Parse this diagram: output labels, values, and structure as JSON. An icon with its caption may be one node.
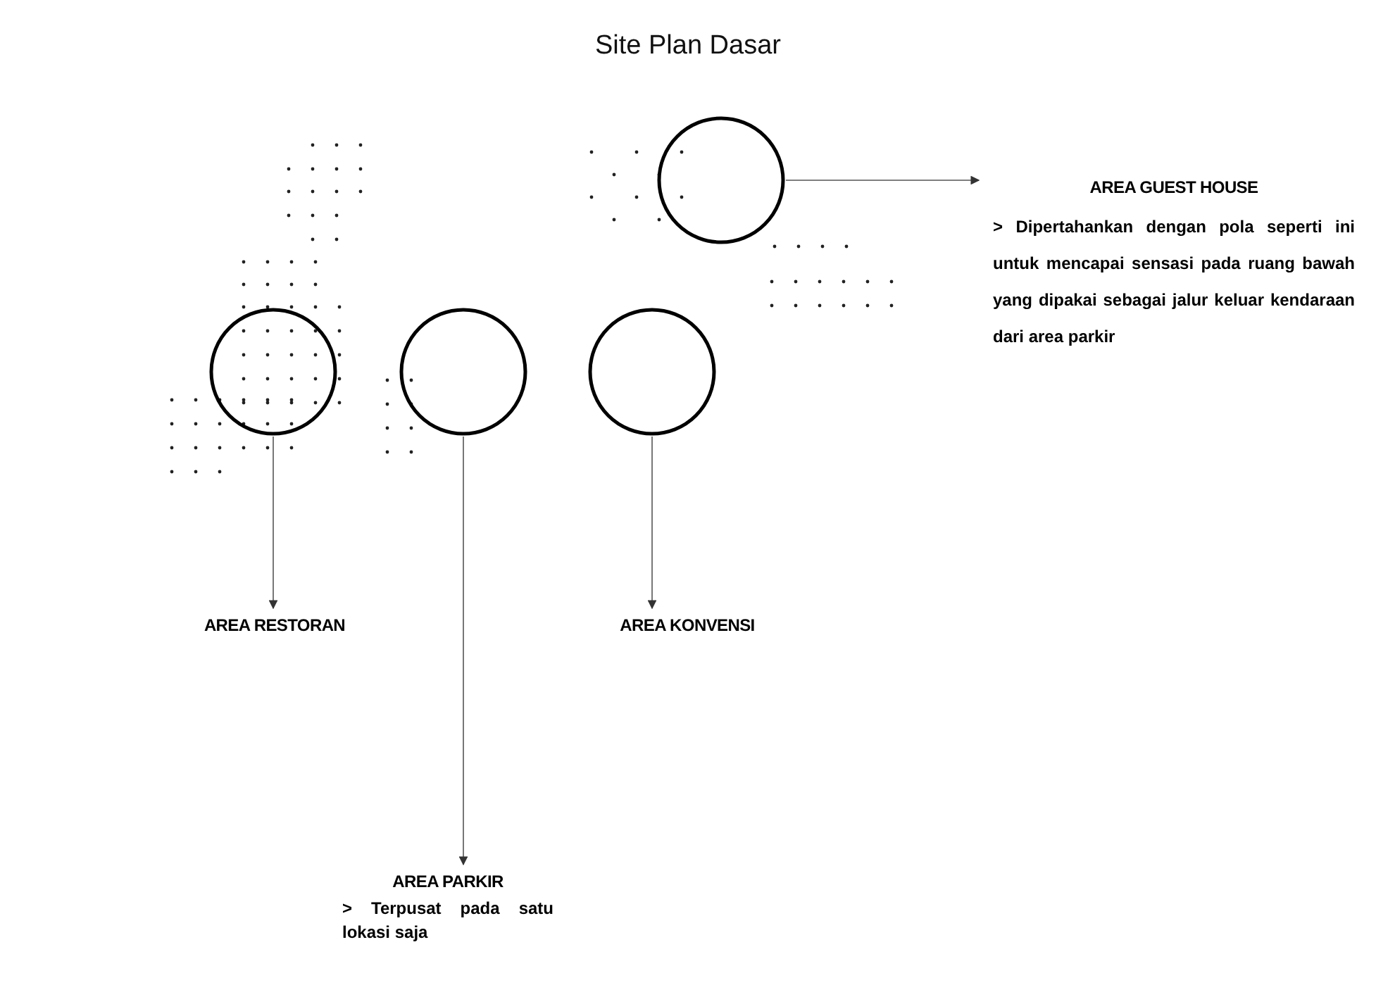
{
  "diagram": {
    "title": "Site Plan Dasar",
    "nodes": [
      {
        "text": [],
        "shape": "circle"
      },
      {
        "text": [],
        "shape": "circle"
      },
      {
        "text": [],
        "shape": "circle"
      },
      {
        "text": [],
        "shape": "circle"
      },
      {
        "text": [
          "AREA GUEST HOUSE",
          "> Dipertahankan dengan pola seperti ini untuk mencapai sensasi pada ruang bawah yang dipakai sebagai jalur keluar kendaraan dari area parkir"
        ]
      },
      {
        "text": [
          "AREA RESTORAN"
        ]
      },
      {
        "text": [
          "AREA KONVENSI"
        ]
      },
      {
        "text": [
          "AREA PARKIR",
          "> Terpusat pada satu lokasi saja"
        ]
      }
    ],
    "edges": [
      {
        "from": 0,
        "to": 4,
        "arrow": "to"
      },
      {
        "from": 1,
        "to": 5,
        "arrow": "to"
      },
      {
        "from": 2,
        "to": 7,
        "arrow": "to"
      },
      {
        "from": 3,
        "to": 6,
        "arrow": "to"
      }
    ]
  }
}
